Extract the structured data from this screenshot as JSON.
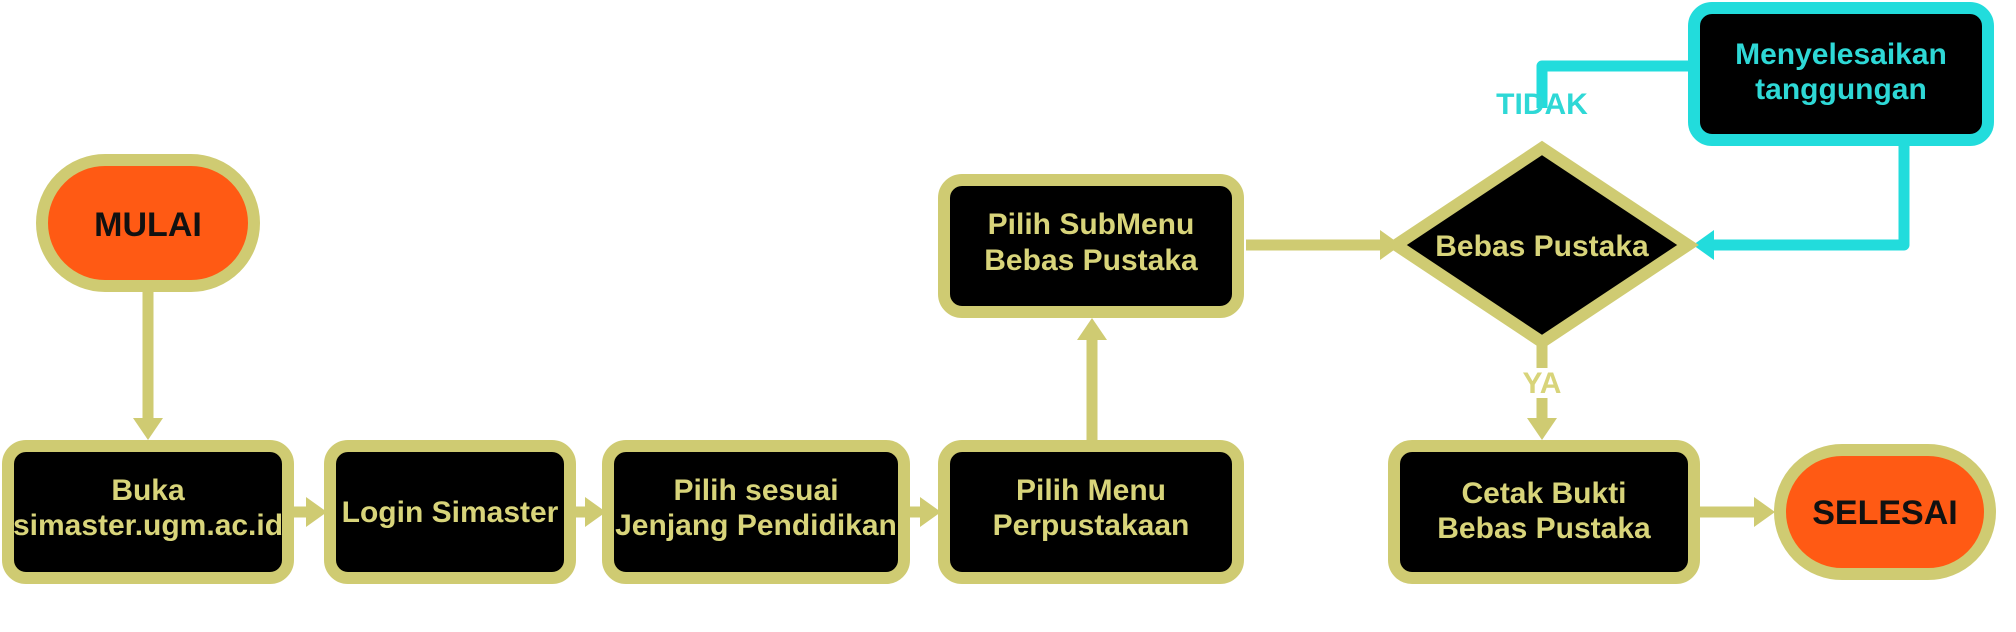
{
  "diagram": {
    "colors": {
      "background": "#ffffff",
      "node_fill": "#000000",
      "node_border": "#cfcb72",
      "node_text": "#d8d47a",
      "terminal_fill": "#ff5a14",
      "terminal_text": "#111111",
      "loop_color": "#22dcdc"
    },
    "nodes": {
      "start": {
        "label": "MULAI"
      },
      "open_site": {
        "line1": "Buka",
        "line2": "simaster.ugm.ac.id"
      },
      "login": {
        "label": "Login Simaster"
      },
      "choose_level": {
        "line1": "Pilih sesuai",
        "line2": "Jenjang Pendidikan"
      },
      "choose_menu": {
        "line1": "Pilih Menu",
        "line2": "Perpustakaan"
      },
      "choose_submenu": {
        "line1": "Pilih SubMenu",
        "line2": "Bebas Pustaka"
      },
      "decision": {
        "label": "Bebas Pustaka"
      },
      "settle": {
        "line1": "Menyelesaikan",
        "line2": "tanggungan"
      },
      "print": {
        "line1": "Cetak Bukti",
        "line2": "Bebas Pustaka"
      },
      "end": {
        "label": "SELESAI"
      }
    },
    "edge_labels": {
      "no": "TIDAK",
      "yes": "YA"
    }
  }
}
